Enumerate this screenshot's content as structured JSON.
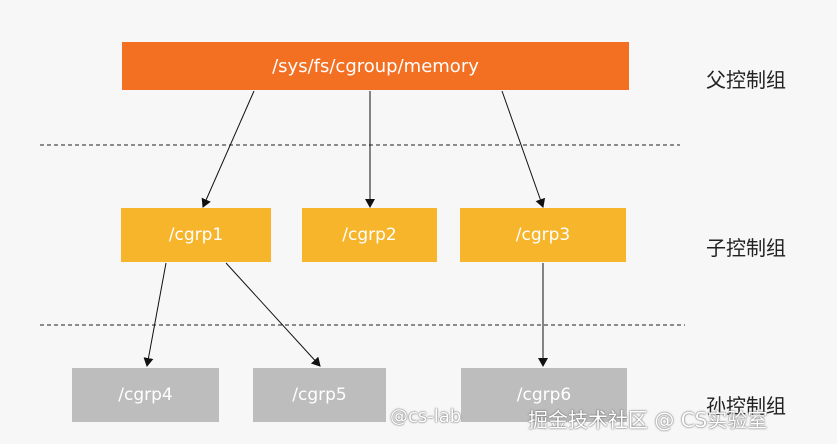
{
  "root": {
    "label": "/sys/fs/cgroup/memory"
  },
  "children": [
    {
      "label": "/cgrp1"
    },
    {
      "label": "/cgrp2"
    },
    {
      "label": "/cgrp3"
    }
  ],
  "grandchildren": [
    {
      "label": "/cgrp4"
    },
    {
      "label": "/cgrp5"
    },
    {
      "label": "/cgrp6"
    }
  ],
  "levels": {
    "parent": "父控制组",
    "child": "子控制组",
    "grandchild": "孙控制组"
  },
  "watermarks": {
    "handle": "@cs-lab",
    "site": "掘金技术社区 @ CS实验室"
  },
  "colors": {
    "root": "#f36f21",
    "child": "#f7b52c",
    "grandchild": "#bdbdbd"
  }
}
